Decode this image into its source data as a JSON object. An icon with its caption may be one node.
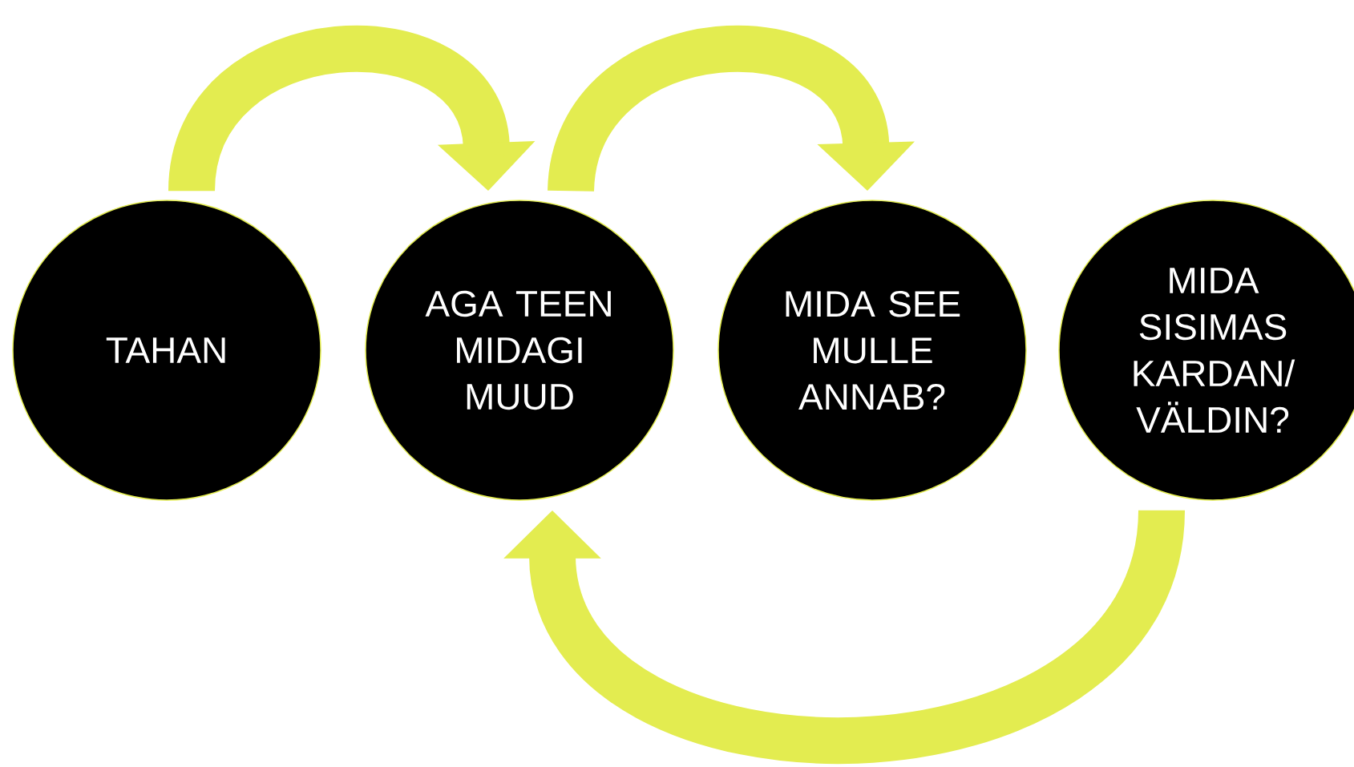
{
  "diagram": {
    "nodes": [
      {
        "text": [
          "TAHAN"
        ]
      },
      {
        "text": [
          "AGA TEEN MIDAGI MUUD"
        ]
      },
      {
        "text": [
          "MIDA SEE MULLE ANNAB?"
        ]
      },
      {
        "text": [
          "MIDA SISIMAS KARDAN/ VÄLDIN?"
        ]
      }
    ],
    "edges": [
      {
        "from": 0,
        "to": 1,
        "arrow": "to"
      },
      {
        "from": 1,
        "to": 2,
        "arrow": "to"
      },
      {
        "from": 3,
        "to": 1,
        "arrow": "to"
      }
    ]
  }
}
